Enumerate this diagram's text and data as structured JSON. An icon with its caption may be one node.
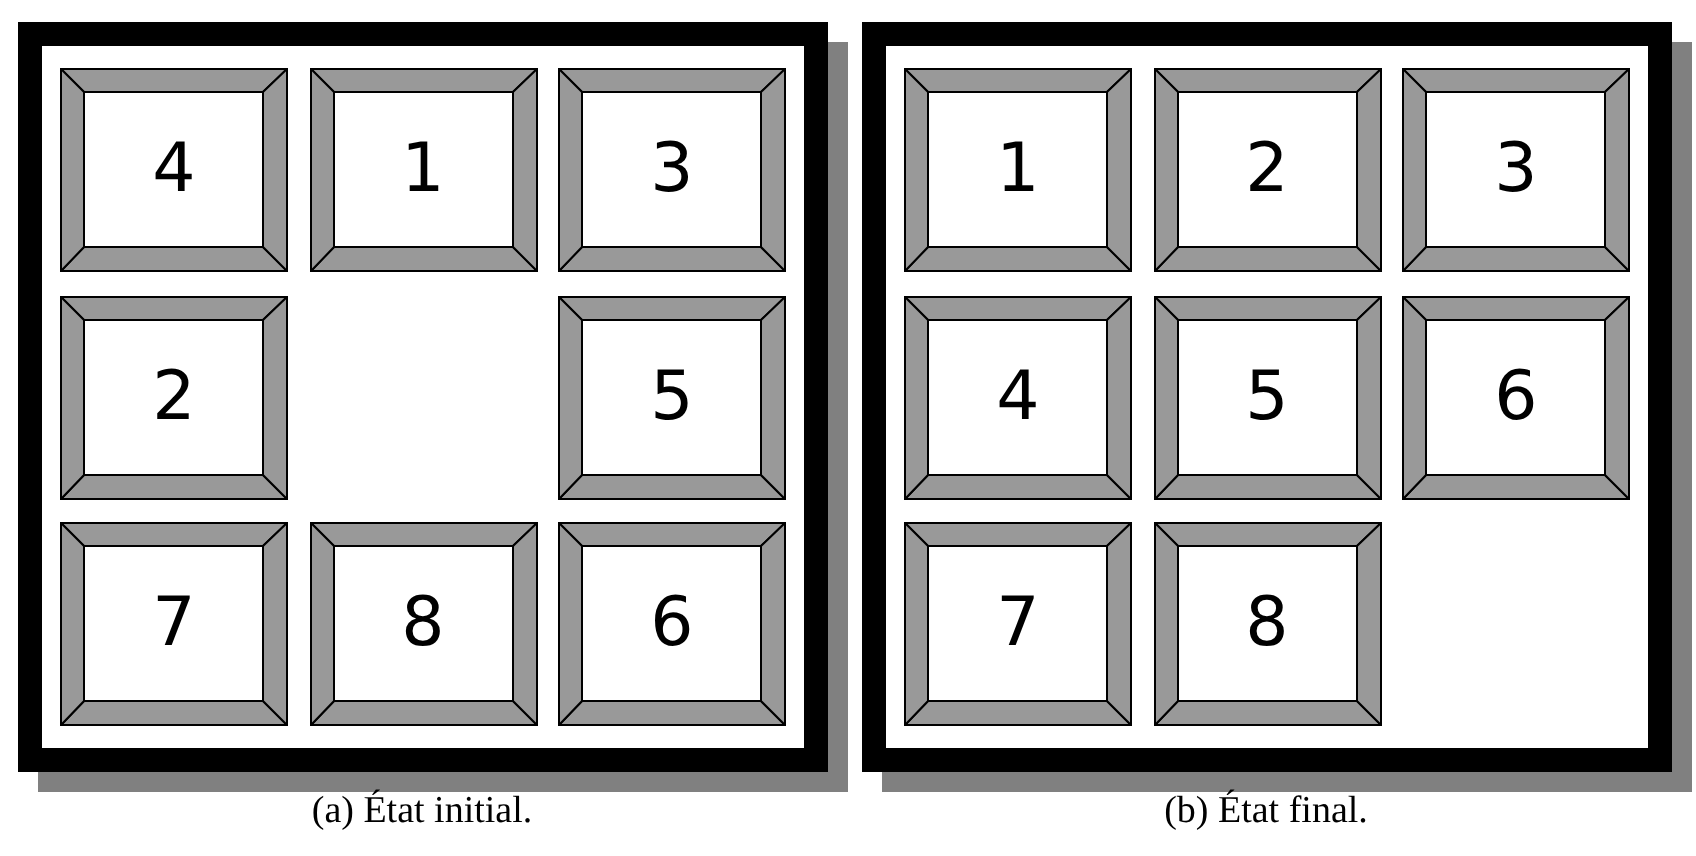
{
  "diagram": {
    "nodes": [
      {
        "text": [],
        "shape": "box",
        "beside": [
          "(a) État initial."
        ]
      },
      {
        "text": [
          "4"
        ],
        "in": 0
      },
      {
        "text": [
          "1"
        ],
        "in": 0
      },
      {
        "text": [
          "3"
        ],
        "in": 0
      },
      {
        "text": [
          "2"
        ],
        "in": 0
      },
      {
        "text": [
          "5"
        ],
        "in": 0
      },
      {
        "text": [
          "7"
        ],
        "in": 0
      },
      {
        "text": [
          "8"
        ],
        "in": 0
      },
      {
        "text": [
          "6"
        ],
        "in": 0
      },
      {
        "text": [],
        "shape": "box",
        "beside": [
          "(b) État final."
        ]
      },
      {
        "text": [
          "1"
        ],
        "in": 9
      },
      {
        "text": [
          "2"
        ],
        "in": 9
      },
      {
        "text": [
          "3"
        ],
        "in": 9
      },
      {
        "text": [
          "4"
        ],
        "in": 9
      },
      {
        "text": [
          "5"
        ],
        "in": 9
      },
      {
        "text": [
          "6"
        ],
        "in": 9
      },
      {
        "text": [
          "7"
        ],
        "in": 9
      },
      {
        "text": [
          "8"
        ],
        "in": 9
      }
    ]
  }
}
